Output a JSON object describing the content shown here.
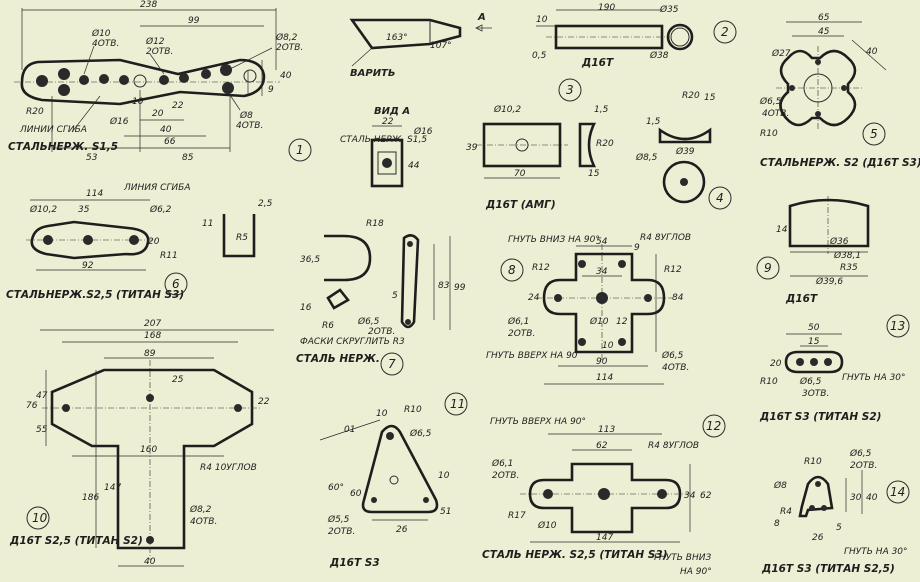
{
  "captions": {
    "p1": "СТАЛЬНЕРЖ. S1,5",
    "p3": "Д16Т",
    "p5": "СТАЛЬНЕРЖ. S2 (Д16Т S3)",
    "p6": "СТАЛЬНЕРЖ.S2,5 (ТИТАН S3)",
    "p4": "Д16Т (АМГ)",
    "p7": "СТАЛЬ НЕРЖ.",
    "p9": "Д16Т",
    "p10": "Д16Т S2,5 (ТИТАН S2)",
    "p11": "Д16Т S3",
    "p12": "СТАЛЬ НЕРЖ. S2,5 (ТИТАН S3)",
    "p13": "Д16Т S3 (ТИТАН S2)",
    "p14": "Д16Т S3 (ТИТАН S2,5)"
  },
  "part_numbers": [
    "1",
    "2",
    "3",
    "4",
    "5",
    "6",
    "7",
    "8",
    "9",
    "10",
    "11",
    "12",
    "13",
    "14"
  ],
  "labels": {
    "varit": "ВАРИТЬ",
    "arrow_a": "А",
    "vid_a": "ВИД А",
    "stal_nerzh_s15": "СТАЛЬ НЕРЖ. S1,5",
    "linii_sgiba": "ЛИНИИ СГИБА",
    "liniya_sgiba": "ЛИНИЯ СГИБА",
    "faski": "ФАСКИ СКРУГЛИТЬ R3",
    "gnut_vniz_90": "ГНУТЬ ВНИЗ НА 90°",
    "gnut_vverh_90": "ГНУТЬ ВВЕРХ НА 90",
    "gnut_vverh_90b": "ГНУТЬ ВВЕРХ НА 90°",
    "gnut_vniz_b": "ГНУТЬ ВНИЗ",
    "na_90": "НА 90°",
    "gnut_na_30": "ГНУТЬ НА 30°",
    "r4_8uglov": "R4 8УГЛОВ",
    "r4_10uglov": "R4 10УГЛОВ",
    "otv": "4ОТВ.",
    "otv2": "2ОТВ.",
    "otv3": "3ОТВ."
  },
  "dims": {
    "p1": [
      "238",
      "99",
      "Ø10",
      "Ø12",
      "Ø8,2",
      "Ø16",
      "Ø8",
      "R20",
      "10",
      "20",
      "22",
      "40",
      "66",
      "53",
      "85",
      "9",
      "40",
      "4ОТВ.",
      "2ОТВ.",
      "2ОТВ.",
      "4ОТВ."
    ],
    "weld": [
      "163°",
      "107°"
    ],
    "p3": [
      "190",
      "10",
      "Ø35",
      "0,5",
      "Ø38"
    ],
    "p5": [
      "65",
      "45",
      "40",
      "Ø27",
      "Ø6,5",
      "R10",
      "4ОТВ."
    ],
    "vid_a": [
      "22",
      "Ø16",
      "44"
    ],
    "p4": [
      "Ø10,2",
      "1,5",
      "R20",
      "39",
      "70",
      "15",
      "R20",
      "15",
      "1,5",
      "Ø39",
      "Ø8,5"
    ],
    "p6": [
      "114",
      "35",
      "Ø10,2",
      "Ø6,2",
      "20",
      "R11",
      "92",
      "2,5",
      "11",
      "R5"
    ],
    "p7": [
      "R18",
      "36,5",
      "5",
      "83",
      "99",
      "16",
      "R6",
      "Ø6,5",
      "2ОТВ."
    ],
    "p8": [
      "54",
      "9",
      "34",
      "R12",
      "R12",
      "24",
      "84",
      "Ø6,1",
      "2ОТВ.",
      "Ø10",
      "12",
      "10",
      "90",
      "114",
      "Ø6,5",
      "4ОТВ."
    ],
    "p9": [
      "14",
      "Ø36",
      "Ø38,1",
      "R35",
      "Ø39,6"
    ],
    "p10": [
      "207",
      "168",
      "89",
      "76",
      "47",
      "55",
      "25",
      "22",
      "160",
      "186",
      "147",
      "Ø8,2",
      "4ОТВ.",
      "40"
    ],
    "p11": [
      "10",
      "01",
      "R10",
      "Ø6,5",
      "60°",
      "60",
      "10",
      "Ø5,5",
      "2ОТВ.",
      "51",
      "26"
    ],
    "p12": [
      "113",
      "62",
      "Ø6,1",
      "2ОТВ.",
      "R17",
      "Ø10",
      "147",
      "34",
      "62"
    ],
    "p13": [
      "50",
      "15",
      "20",
      "R10",
      "Ø6,5",
      "3ОТВ."
    ],
    "p14": [
      "R10",
      "Ø6,5",
      "2ОТВ.",
      "Ø8",
      "30",
      "40",
      "R4",
      "8",
      "26",
      "5"
    ]
  }
}
